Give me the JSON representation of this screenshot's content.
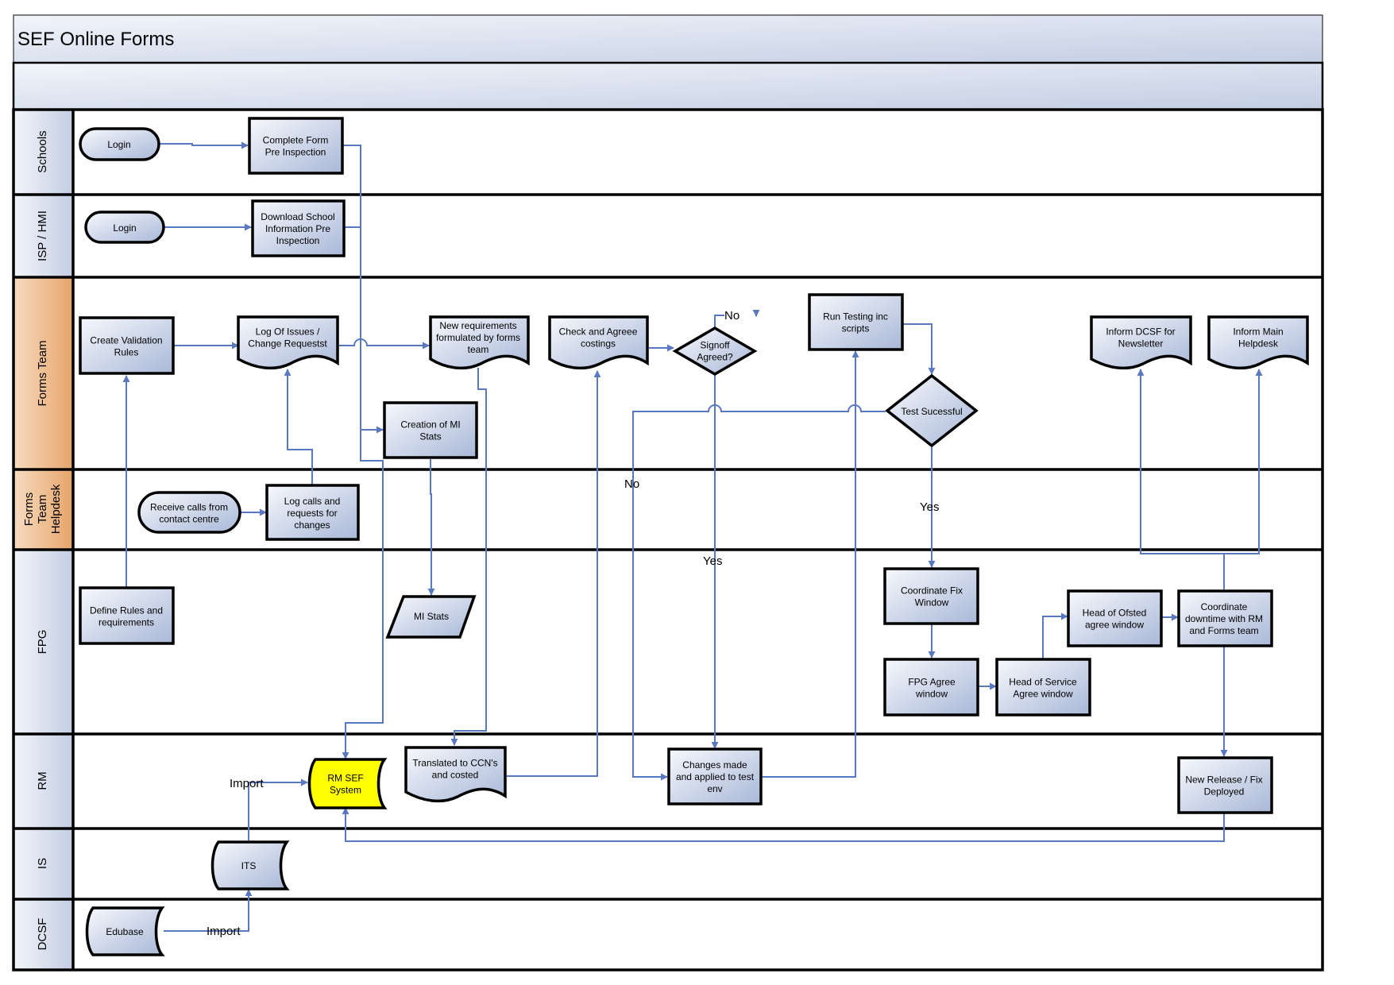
{
  "title": "SEF Online Forms",
  "colors": {
    "header_gradient_start": "#f2f5fa",
    "header_gradient_end": "#c3cde3",
    "shape_gradient_start": "#f6f8fc",
    "shape_gradient_end": "#a9b8d8",
    "forms_team_lane_start": "#f7dcc0",
    "forms_team_lane_end": "#e6a46a",
    "connector": "#5a78c0",
    "highlight": "#ffff00",
    "no_label": "#e03030"
  },
  "lanes": {
    "schools": "Schools",
    "isp_hmi": "ISP / HMI",
    "forms_team": "Forms Team",
    "forms_team_helpdesk": [
      "Forms",
      "Team",
      "Helpdesk"
    ],
    "fpg": "FPG",
    "rm": "RM",
    "is": "IS",
    "dcsf": "DCSF"
  },
  "nodes": {
    "schools_login": [
      "Login"
    ],
    "complete_form": [
      "Complete Form",
      "Pre Inspection"
    ],
    "isp_login": [
      "Login"
    ],
    "download_info": [
      "Download School",
      "Information Pre",
      "Inspection"
    ],
    "create_validation": [
      "Create Validation",
      "Rules"
    ],
    "log_issues": [
      "Log Of Issues /",
      "Change Requestst"
    ],
    "new_requirements": [
      "New requirements",
      "formulated by forms",
      "team"
    ],
    "check_costings": [
      "Check and Agreee",
      "costings"
    ],
    "signoff": [
      "Signoff",
      "Agreed?"
    ],
    "run_testing": [
      "Run Testing inc",
      "scripts"
    ],
    "test_successful": [
      "Test Sucessful"
    ],
    "inform_dcsf": [
      "Inform DCSF for",
      "Newsletter"
    ],
    "inform_helpdesk": [
      "Inform Main",
      "Helpdesk"
    ],
    "creation_mi": [
      "Creation of MI",
      "Stats"
    ],
    "receive_calls": [
      "Receive calls from",
      "contact centre"
    ],
    "log_calls": [
      "Log calls and",
      "requests for",
      "changes"
    ],
    "define_rules": [
      "Define Rules and",
      "requirements"
    ],
    "mi_stats": [
      "MI Stats"
    ],
    "coordinate_fix": [
      "Coordinate Fix",
      "Window"
    ],
    "fpg_agree": [
      "FPG Agree",
      "window"
    ],
    "head_service": [
      "Head of Service",
      "Agree window"
    ],
    "head_ofsted": [
      "Head of Ofsted",
      "agree window"
    ],
    "coordinate_downtime": [
      "Coordinate",
      "downtime with RM",
      "and Forms team"
    ],
    "rm_sef": [
      "RM SEF",
      "System"
    ],
    "translated_ccn": [
      "Translated to CCN's",
      "and costed"
    ],
    "changes_made": [
      "Changes made",
      "and applied to test",
      "env"
    ],
    "new_release": [
      "New Release / Fix",
      "Deployed"
    ],
    "its": [
      "ITS"
    ],
    "edubase": [
      "Edubase"
    ]
  },
  "edge_labels": {
    "no_top": "No",
    "no_left": "No",
    "yes_signoff": "Yes",
    "yes_test": "Yes",
    "import_rm": "Import",
    "import_edubase": "Import"
  }
}
